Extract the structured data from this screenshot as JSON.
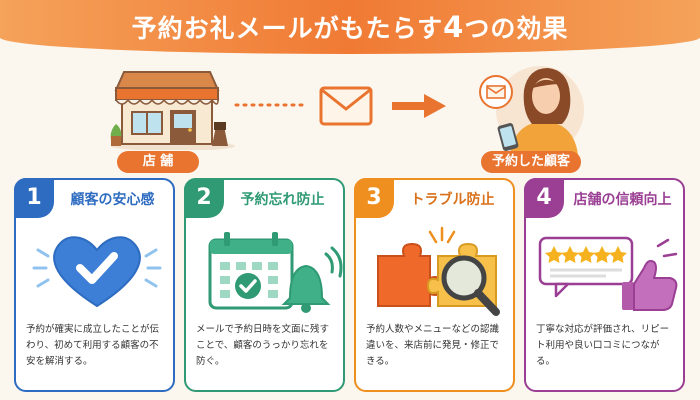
{
  "header": {
    "title_pre": "予約お礼メールがもたらす",
    "title_num": "4",
    "title_post": "つの効果"
  },
  "flow": {
    "store_label": "店 舗",
    "customer_label": "予約した顧客"
  },
  "colors": {
    "orange": "#e8742f",
    "blue": "#2d6cc0",
    "green": "#2f9a74",
    "amber": "#ef8f1f",
    "purple": "#9a3f93"
  },
  "cards": [
    {
      "number": "1",
      "title": "顧客の安心感",
      "text": "予約が確実に成立したことが伝わり、初めて利用する顧客の不安を解消する。",
      "icon": "heart-check-icon"
    },
    {
      "number": "2",
      "title": "予約忘れ防止",
      "text": "メールで予約日時を文面に残すことで、顧客のうっかり忘れを防ぐ。",
      "icon": "calendar-bell-icon"
    },
    {
      "number": "3",
      "title": "トラブル防止",
      "text": "予約人数やメニューなどの認識違いを、来店前に発見・修正できる。",
      "icon": "puzzle-magnifier-icon"
    },
    {
      "number": "4",
      "title": "店舗の信頼向上",
      "text": "丁寧な対応が評価され、リピート利用や良い口コミにつながる。",
      "icon": "review-thumbs-up-icon"
    }
  ]
}
